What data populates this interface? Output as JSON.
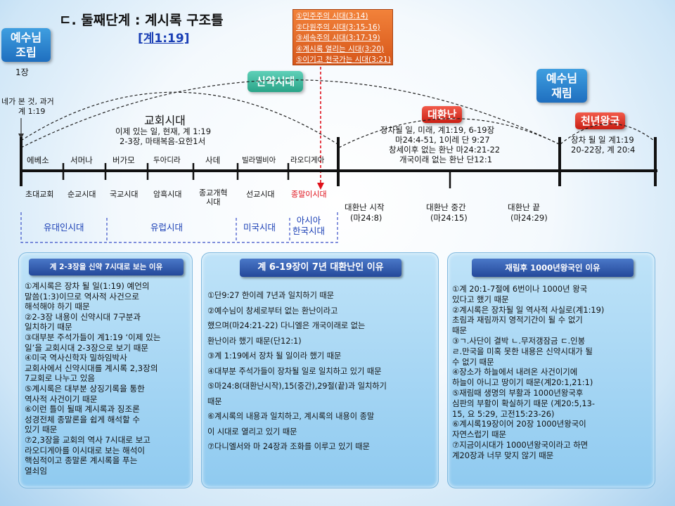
{
  "title": "ㄷ. 둘째단계 : 계시록 구조틀",
  "title_ref": "[계1:19]",
  "badges": {
    "jesus_est": "예수님\n조립",
    "jesus_return": "예수님\n재림",
    "nt_era": "신약시대",
    "tribulation": "대환난",
    "millennium": "천년왕국"
  },
  "seven_eras_box": [
    "①민주주의 시대(3:14)",
    "②다원주의 시대(3:15-16)",
    "③세속주의 시대(3:17-19)",
    "④계시록 열리는 시대(3:20)",
    "⑤이기고 천국가는 시대(3:21)"
  ],
  "left_info": {
    "chapter": "1장",
    "past": "네가 본 것, 과거",
    "ref": "계 1:19"
  },
  "church_era": {
    "title": "교회시대",
    "line1": "이제 있는 일, 현재, 계 1:19",
    "line2": "2-3장, 마태복음-요한1서"
  },
  "trib_info": [
    "장차될 일, 미래, 계1:19, 6-19장",
    "마24:4-51, 1이레 단 9:27",
    "창세이후 없는 환난 마24:21-22",
    "개국이래 없는 환난 단12:1"
  ],
  "mill_info": [
    "장차 될 일 계1:19",
    "20-22장, 계 20:4"
  ],
  "churches": [
    "에베소",
    "서머나",
    "버가모",
    "두아디라",
    "사데",
    "빌라델비아",
    "라오디게아"
  ],
  "church_eras": [
    "초대교회",
    "순교시대",
    "국교시대",
    "암흑시대",
    "종교개혁\n시대",
    "선교시대",
    "종말이시대"
  ],
  "trib_points": [
    {
      "label": "대환난 시작",
      "ref": "(마24:8)"
    },
    {
      "label": "대환난 중간",
      "ref": "(마24:15)"
    },
    {
      "label": "대환난 끝",
      "ref": "(마24:29)"
    }
  ],
  "big_eras": [
    "유대인시대",
    "유럽시대",
    "미국시대",
    "아시아\n한국시대"
  ],
  "panels": [
    {
      "title": "계 2-3장을 신약 7시대로 보는 이유",
      "items": [
        "①계시록은 장차 될 일(1:19) 예언의\n  말씀(1:3)이므로 역사적 사건으로\n  해석해야 하기 때문",
        "②2-3장 내용이 신약시대 7구분과\n  일치하기 때문",
        "③대부분 주석가들이 계1:19 ‘이제 있는\n  일’을 교회시대 2-3장으로 보기 때문",
        "④미국 역사신학자 밀하임박사\n  교회사에서 신약시대를 계시록 2,3장의\n  7교회로 나누고 있음",
        "⑤계시록은 대부분 상징기록을 통한\n  역사적 사건이기 때문",
        "⑥이런 틀이 될때 계시록과 징조론\n  성경전체 종말론을 쉽게 해석할 수\n  있기 때문",
        "⑦2,3장을 교회의 역사 7시대로 보고\n  라오디게아를 이시대로 보는 해석이\n  핵심적이고 종말론 계시록을 푸는\n  열쇠임"
      ]
    },
    {
      "title": "계 6-19장이 7년 대환난인 이유",
      "items": [
        "①단9:27 한이레 7년과 일치하기 때문",
        "②예수님이 창세로부터 없는 환난이라고\n  했으며(마24:21-22) 다니엘은 개국이래로 없는\n  환난이라 했기 때문(단12:1)",
        "③계 1:19에서 장차 될 일이라 했기 때문",
        "④대부분 주석가들이 장차될 일로 일치하고 있기 때문",
        "⑤마24:8(대환난시작),15(중간),29절(끝)과 일치하기\n  때문",
        "⑥계시록의 내용과 일치하고, 계시록의 내용이 종말\n  이 시대로 열리고 있기 때문",
        "⑦다니엘서와 마 24장과 조화를 이루고 있기 때문"
      ]
    },
    {
      "title": "재림후 1000년왕국인 이유",
      "items": [
        "①계 20:1-7절에 6번이나 1000년 왕국\n  있다고 했기 때문",
        "②계시록은 장차될 일 역사적 사실로(계1:19)\n  초림과 재림까지 영적기간이 될 수 없기\n  때문",
        "③ㄱ.사단이 결박 ㄴ.무저갱잠금 ㄷ.인봉\n  ㄹ.만국을 미혹 못한 내용은 신약시대가 될\n  수 없기 때문",
        "④장소가 하늘에서 내려온 사건이기에\n  하늘이 아니고 땅이기 때문(계20:1,21:1)",
        "⑤재림때 생명의 부활과 1000년왕국후\n  심판의 부활이 확실하기 때문 (계20:5,13-\n  15, 요 5:29, 고전15:23-26)",
        "⑥계시록19장이어 20장 1000년왕국이\n  자연스럽기 때문",
        "⑦지금이시대가 1000년왕국이라고 하면\n  계20장과 너무 맞지 않기 때문"
      ]
    }
  ]
}
